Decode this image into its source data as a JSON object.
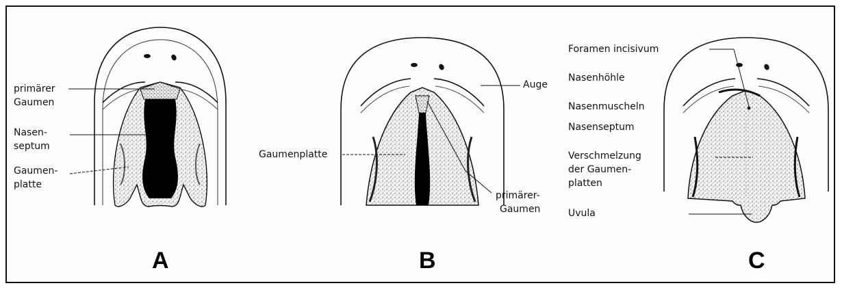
{
  "panels": [
    {
      "letter": "A"
    },
    {
      "letter": "B"
    },
    {
      "letter": "C"
    }
  ],
  "labels_a": {
    "primary_palate_1": "primärer",
    "primary_palate_2": "Gaumen",
    "nasal_septum_1": "Nasen-",
    "nasal_septum_2": "septum",
    "palatal_plate_1": "Gaumen-",
    "palatal_plate_2": "platte"
  },
  "labels_b": {
    "eye": "Auge",
    "palatal_plate": "Gaumenplatte",
    "primary_palate_1": "primärer-",
    "primary_palate_2": "Gaumen"
  },
  "labels_c": {
    "incisive_foramen": "Foramen incisivum",
    "nasal_cavity": "Nasenhöhle",
    "nasal_conchae": "Nasenmuscheln",
    "nasal_septum": "Nasenseptum",
    "fusion_1": "Verschmelzung",
    "fusion_2": "der Gaumen-",
    "fusion_3": "platten",
    "uvula": "Uvula"
  }
}
